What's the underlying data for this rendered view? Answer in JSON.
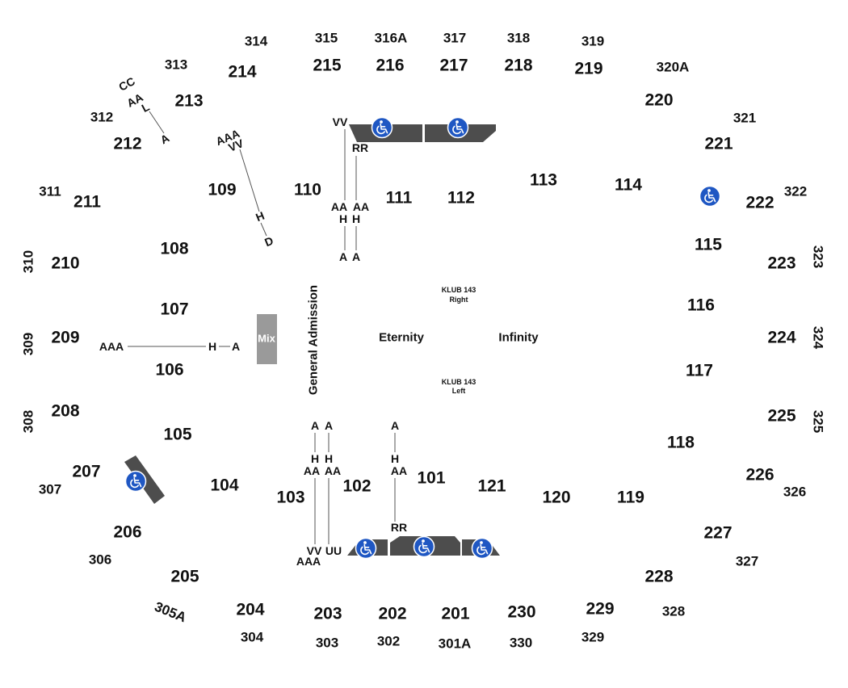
{
  "colors": {
    "text": "#111111",
    "platform": "#4d4d4d",
    "mix_box": "#9a9a9a",
    "accessible_icon": "#1f57c3"
  },
  "icons": {
    "accessible_seating": "wheelchair-icon"
  },
  "sections_100": [
    "101",
    "102",
    "103",
    "104",
    "105",
    "106",
    "107",
    "108",
    "109",
    "110",
    "111",
    "112",
    "113",
    "114",
    "115",
    "116",
    "117",
    "118",
    "119",
    "120",
    "121"
  ],
  "sections_200": [
    "201",
    "202",
    "203",
    "204",
    "205",
    "206",
    "207",
    "208",
    "209",
    "210",
    "211",
    "212",
    "213",
    "214",
    "215",
    "216",
    "217",
    "218",
    "219",
    "220",
    "221",
    "222",
    "223",
    "224",
    "225",
    "226",
    "227",
    "228",
    "229",
    "230"
  ],
  "sections_300": [
    "301A",
    "302",
    "303",
    "304",
    "305A",
    "306",
    "307",
    "308",
    "309",
    "310",
    "311",
    "312",
    "313",
    "314",
    "315",
    "316A",
    "317",
    "318",
    "319",
    "320A",
    "321",
    "322",
    "323",
    "324",
    "325",
    "326",
    "327",
    "328",
    "329",
    "330"
  ],
  "rows": {
    "nw_corner": [
      "CC",
      "AA",
      "L",
      "A"
    ],
    "sec109": [
      "AAA",
      "VV",
      "H",
      "D"
    ],
    "sec110": [
      "VV",
      "AA",
      "H",
      "A"
    ],
    "sec111": [
      "RR",
      "AA",
      "H",
      "A"
    ],
    "sec106": [
      "AAA",
      "H",
      "A"
    ],
    "sec103": [
      "A",
      "H",
      "AA",
      "VV",
      "AAA"
    ],
    "sec102": [
      "A",
      "H",
      "AA",
      "UU"
    ],
    "sec101": [
      "A",
      "H",
      "AA",
      "RR"
    ]
  },
  "floor": {
    "mix_label": "Mix",
    "general_admission": "General Admission",
    "eternity": "Eternity",
    "infinity": "Infinity",
    "klub_right_line1": "KLUB 143",
    "klub_right_line2": "Right",
    "klub_left_line1": "KLUB 143",
    "klub_left_line2": "Left"
  }
}
